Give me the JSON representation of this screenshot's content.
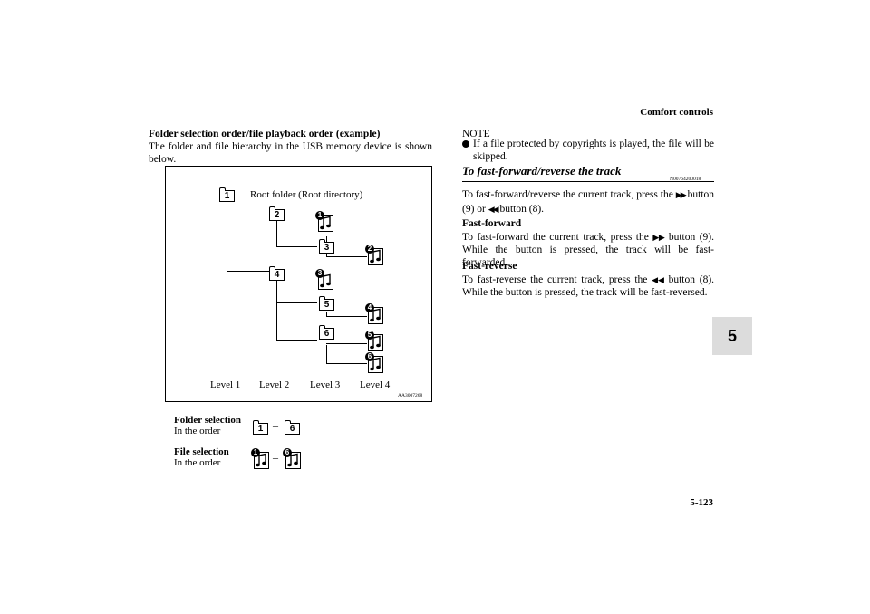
{
  "header": {
    "section": "Comfort controls",
    "page_number": "5-123",
    "chapter_tab": "5"
  },
  "left": {
    "heading": "Folder selection order/file playback order (example)",
    "intro": "The folder and file hierarchy in the USB memory device is shown below.",
    "diagram": {
      "root_label": "Root folder (Root directory)",
      "folders": [
        "1",
        "2",
        "3",
        "4",
        "5",
        "6"
      ],
      "files": [
        "1",
        "2",
        "3",
        "4",
        "5",
        "6"
      ],
      "levels": [
        "Level 1",
        "Level 2",
        "Level 3",
        "Level 4"
      ],
      "code": "AA3007268"
    },
    "folder_selection": {
      "title": "Folder selection",
      "sub": "In the order",
      "from": "1",
      "to": "6",
      "dash": "–"
    },
    "file_selection": {
      "title": "File selection",
      "sub": "In the order",
      "from": "1",
      "to": "6",
      "dash": "–"
    }
  },
  "right": {
    "note_label": "NOTE",
    "note_bullet": "If a file protected by copyrights is played, the file will be skipped.",
    "section_title": "To fast-forward/reverse the track",
    "section_code": "N00764200018",
    "intro_a": "To fast-forward/reverse the current track, press the",
    "ff_symbol": "▶▶",
    "intro_b": "button (9) or",
    "rw_symbol": "◀◀",
    "intro_c": "button (8).",
    "ff_title": "Fast-forward",
    "ff_a": "To fast-forward the current track, press the",
    "ff_b": "button (9). While the button is pressed, the track will be fast-forwarded.",
    "rev_title": "Fast-reverse",
    "rev_a": "To fast-reverse the current track, press the",
    "rev_b": "button (8). While the button is pressed, the track will be fast-reversed."
  }
}
